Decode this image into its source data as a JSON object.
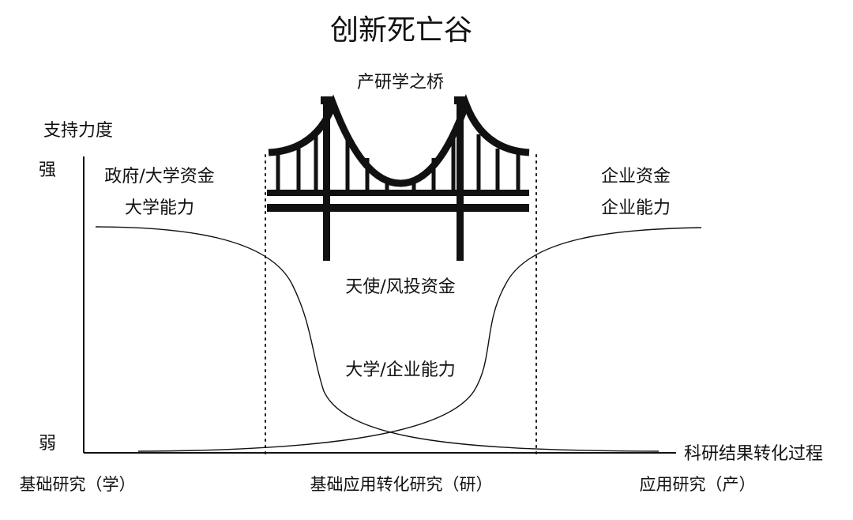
{
  "title": "创新死亡谷",
  "bridge_label": "产研学之桥",
  "axis": {
    "y_title": "支持力度",
    "y_high": "强",
    "y_low": "弱",
    "x_title": "科研结果转化过程"
  },
  "left_labels": [
    "政府/大学资金",
    "大学能力"
  ],
  "right_labels": [
    "企业资金",
    "企业能力"
  ],
  "middle_labels": {
    "upper": "天使/风投资金",
    "lower": "大学/企业能力"
  },
  "stages": [
    "基础研究（学）",
    "基础应用转化研究（研）",
    "应用研究（产）"
  ],
  "colors": {
    "line": "#111111",
    "background": "#ffffff"
  },
  "icons": [
    "bridge-icon"
  ]
}
